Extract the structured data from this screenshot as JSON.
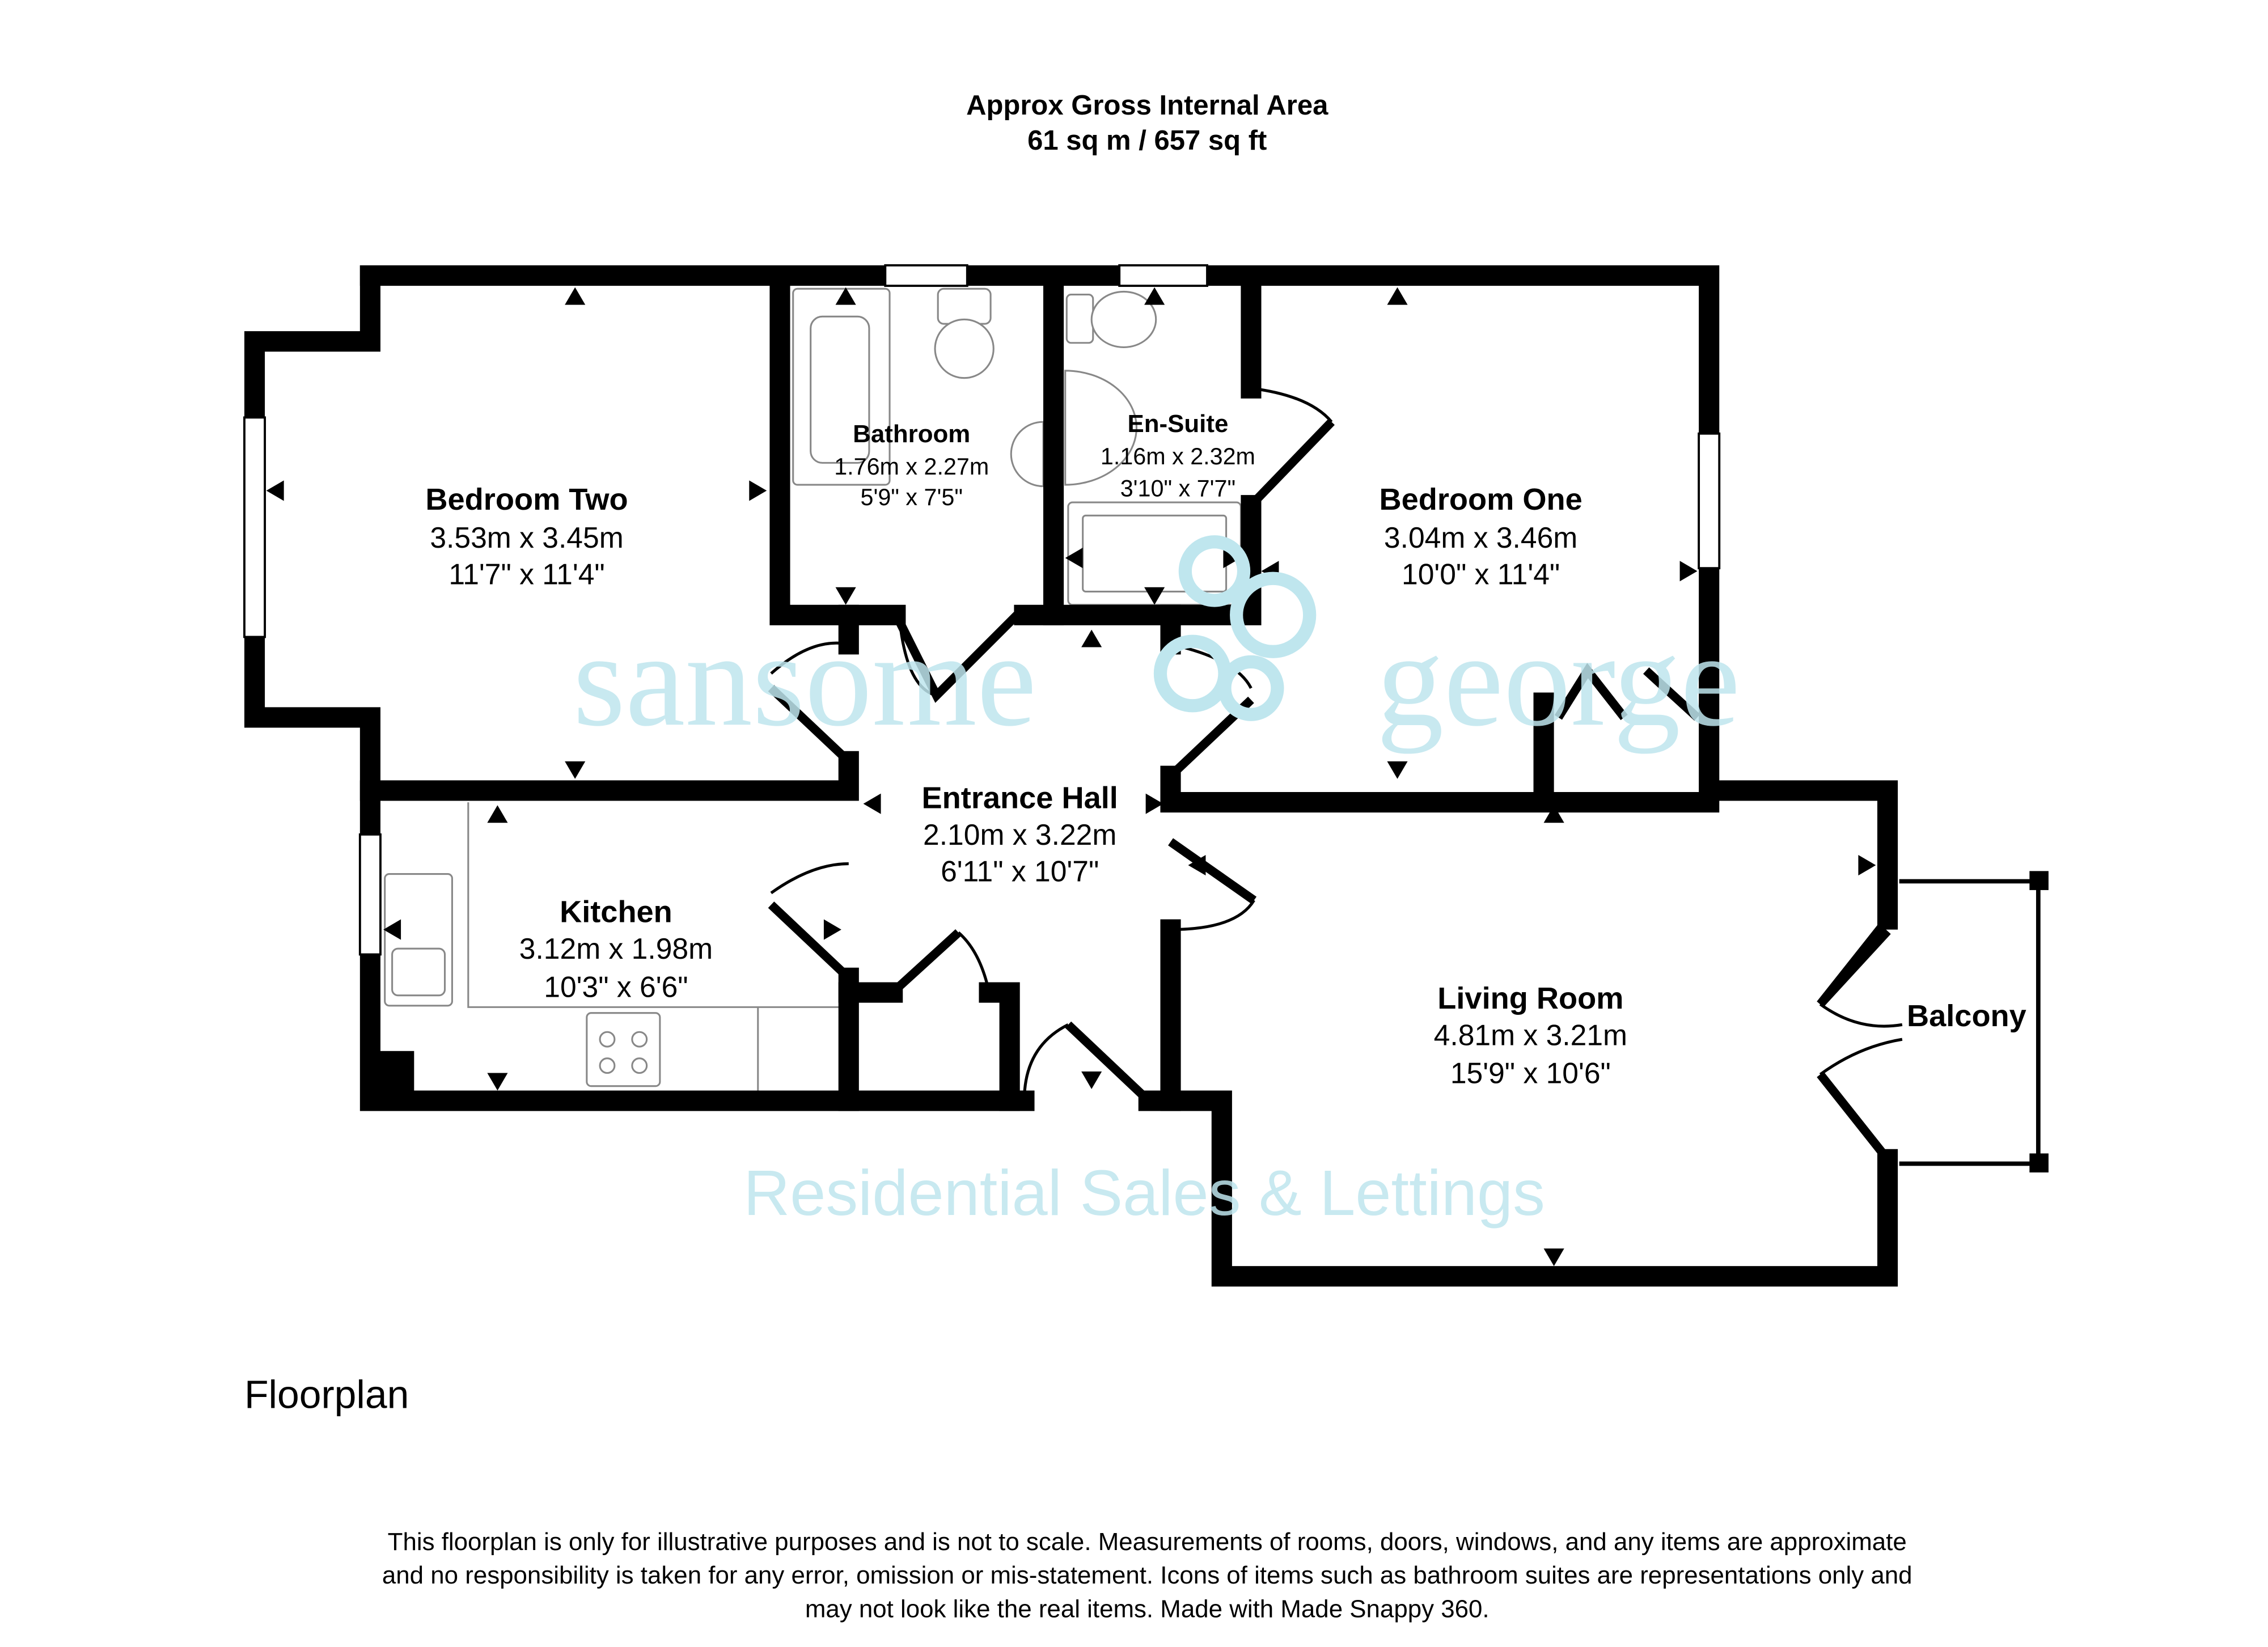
{
  "header": {
    "line1": "Approx Gross Internal Area",
    "line2": "61 sq m / 657 sq ft"
  },
  "rooms": [
    {
      "name": "Bedroom Two",
      "metric": "3.53m x 3.45m",
      "imperial": "11'7\" x 11'4\""
    },
    {
      "name": "Bathroom",
      "metric": "1.76m x 2.27m",
      "imperial": "5'9\" x 7'5\""
    },
    {
      "name": "En-Suite",
      "metric": "1.16m x 2.32m",
      "imperial": "3'10\" x 7'7\""
    },
    {
      "name": "Bedroom One",
      "metric": "3.04m x 3.46m",
      "imperial": "10'0\" x 11'4\""
    },
    {
      "name": "Entrance Hall",
      "metric": "2.10m x 3.22m",
      "imperial": "6'11\" x 10'7\""
    },
    {
      "name": "Kitchen",
      "metric": "3.12m x 1.98m",
      "imperial": "10'3\" x 6'6\""
    },
    {
      "name": "Living Room",
      "metric": "4.81m x 3.21m",
      "imperial": "15'9\" x 10'6\""
    },
    {
      "name": "Balcony"
    }
  ],
  "watermark": {
    "brand_left": "sansome",
    "brand_right": "george",
    "tagline": "Residential Sales & Lettings"
  },
  "floor_label": "Floorplan",
  "disclaimer": {
    "line1": "This floorplan is only for illustrative purposes and is not to scale. Measurements of rooms, doors, windows, and any items are approximate",
    "line2": "and no responsibility is taken for any error, omission or mis-statement. Icons of items such as bathroom suites are representations only and",
    "line3": "may not look like the real items. Made with Made Snappy 360."
  },
  "colors": {
    "watermark": "#bfe6ee",
    "wall": "#000000"
  }
}
